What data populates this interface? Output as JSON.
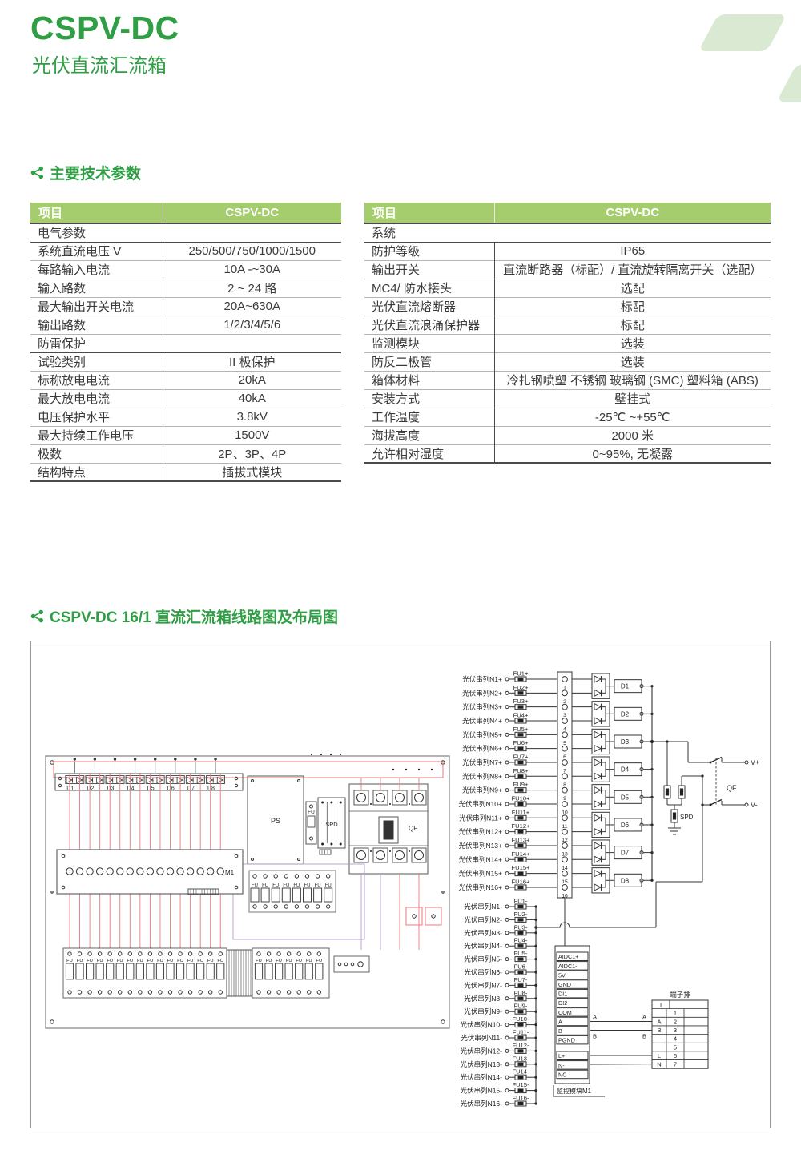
{
  "header": {
    "title": "CSPV-DC",
    "subtitle": "光伏直流汇流箱"
  },
  "sections": {
    "params": "主要技术参数",
    "diagram": "CSPV-DC 16/1 直流汇流箱线路图及布局图"
  },
  "tables": {
    "left": {
      "columns": [
        "项目",
        "CSPV-DC"
      ],
      "rows": [
        {
          "section": "电气参数"
        },
        {
          "label": "系统直流电压 V",
          "value": "250/500/750/1000/1500"
        },
        {
          "label": "每路输入电流",
          "value": "10A -~30A"
        },
        {
          "label": "输入路数",
          "value": "2 ~ 24 路"
        },
        {
          "label": "最大输出开关电流",
          "value": "20A~630A"
        },
        {
          "label": "输出路数",
          "value": "1/2/3/4/5/6"
        },
        {
          "section": "防雷保护"
        },
        {
          "label": "试验类别",
          "value": "II 极保护"
        },
        {
          "label": "标称放电电流",
          "value": "20kA"
        },
        {
          "label": "最大放电电流",
          "value": "40kA"
        },
        {
          "label": "电压保护水平",
          "value": "3.8kV"
        },
        {
          "label": "最大持续工作电压",
          "value": "1500V"
        },
        {
          "label": "极数",
          "value": "2P、3P、4P"
        },
        {
          "label": "结构特点",
          "value": "插拔式模块"
        }
      ]
    },
    "right": {
      "columns": [
        "项目",
        "CSPV-DC"
      ],
      "rows": [
        {
          "section": "系统"
        },
        {
          "label": "防护等级",
          "value": "IP65"
        },
        {
          "label": "输出开关",
          "value": "直流断路器（标配）/ 直流旋转隔离开关（选配）"
        },
        {
          "label": "MC4/ 防水接头",
          "value": "选配"
        },
        {
          "label": "光伏直流熔断器",
          "value": "标配"
        },
        {
          "label": "光伏直流浪涌保护器",
          "value": "标配"
        },
        {
          "label": "监测模块",
          "value": "选装"
        },
        {
          "label": "防反二极管",
          "value": "选装"
        },
        {
          "label": "箱体材料",
          "value": "冷扎钢喷塑 不锈钢 玻璃钢 (SMC) 塑料箱 (ABS)"
        },
        {
          "label": "安装方式",
          "value": "壁挂式"
        },
        {
          "label": "工作温度",
          "value": "-25℃ ~+55℃"
        },
        {
          "label": "海拔高度",
          "value": "2000 米"
        },
        {
          "label": "允许相对湿度",
          "value": "0~95%, 无凝露"
        }
      ]
    }
  },
  "diagram": {
    "layout": {
      "diodes": [
        "D1",
        "D2",
        "D3",
        "D4",
        "D5",
        "D6",
        "D7",
        "D8"
      ],
      "ps": "PS",
      "fu": "FU",
      "spd": "SPD",
      "qf": "QF",
      "m1": "M1",
      "fuse_label": "FU"
    },
    "circuit": {
      "pos_inputs": [
        "光伏串列N1+",
        "光伏串列N2+",
        "光伏串列N3+",
        "光伏串列N4+",
        "光伏串列N5+",
        "光伏串列N6+",
        "光伏串列N7+",
        "光伏串列N8+",
        "光伏串列N9+",
        "光伏串列N10+",
        "光伏串列N11+",
        "光伏串列N12+",
        "光伏串列N13+",
        "光伏串列N14+",
        "光伏串列N15+",
        "光伏串列N16+"
      ],
      "pos_fuses": [
        "FU1+",
        "FU2+",
        "FU3+",
        "FU4+",
        "FU5+",
        "FU6+",
        "FU7+",
        "FU8+",
        "FU9+",
        "FU10+",
        "FU11+",
        "FU12+",
        "FU13+",
        "FU14+",
        "FU15+",
        "FU16+"
      ],
      "neg_inputs": [
        "光伏串列N1-",
        "光伏串列N2-",
        "光伏串列N3-",
        "光伏串列N4-",
        "光伏串列N5-",
        "光伏串列N6-",
        "光伏串列N7-",
        "光伏串列N8-",
        "光伏串列N9-",
        "光伏串列N10-",
        "光伏串列N11-",
        "光伏串列N12-",
        "光伏串列N13-",
        "光伏串列N14-",
        "光伏串列N15-",
        "光伏串列N16-"
      ],
      "neg_fuses": [
        "FU1-",
        "FU2-",
        "FU3-",
        "FU4-",
        "FU5-",
        "FU6-",
        "FU7-",
        "FU8-",
        "FU9-",
        "FU10-",
        "FU11-",
        "FU12-",
        "FU13-",
        "FU14-",
        "FU15-",
        "FU16-"
      ],
      "terminals": [
        "1",
        "2",
        "3",
        "4",
        "5",
        "6",
        "7",
        "8",
        "9",
        "10",
        "11",
        "12",
        "13",
        "14",
        "15",
        "16"
      ],
      "diodes": [
        "D1",
        "D2",
        "D3",
        "D4",
        "D5",
        "D6",
        "D7",
        "D8"
      ],
      "spd": "SPD",
      "qf": "QF",
      "v_plus": "V+",
      "v_minus": "V-",
      "module": {
        "pins_top": [
          "AIDC1+",
          "AIDC1-",
          "5V",
          "GND",
          "DI1",
          "DI2",
          "COM",
          "A",
          "B",
          "PGND"
        ],
        "pins_bottom": [
          "L+",
          "N-",
          "NC"
        ],
        "caption": "监控模块M1",
        "wire_a": "A",
        "wire_b": "B"
      },
      "terminal_block": {
        "title": "端子排",
        "corner": "I",
        "rows": [
          {
            "tag": "",
            "num": "1"
          },
          {
            "tag": "A",
            "num": "2"
          },
          {
            "tag": "B",
            "num": "3"
          },
          {
            "tag": "",
            "num": "4"
          },
          {
            "tag": "",
            "num": "5"
          },
          {
            "tag": "L",
            "num": "6"
          },
          {
            "tag": "N",
            "num": "7"
          }
        ]
      }
    }
  },
  "colors": {
    "brand_green": "#2f9e44",
    "table_header_bg": "#a5cd6d",
    "deco_green": "#d9e9d2",
    "wire_red": "#e87a7a",
    "wire_purple": "#b79cd1",
    "line_dark": "#3a3a3a"
  }
}
